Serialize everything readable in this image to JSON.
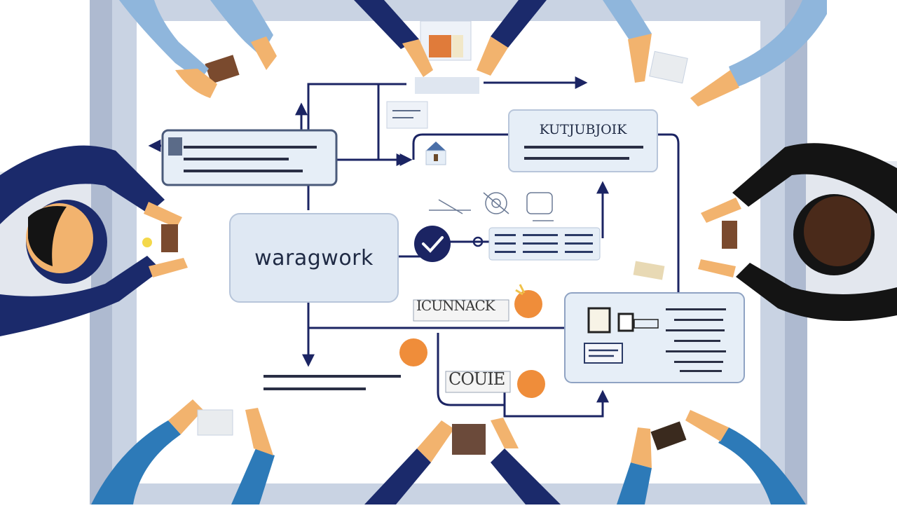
{
  "center_box": {
    "label": "waragwork"
  },
  "top_right_card": {
    "title": "KUTJUBJOIK"
  },
  "stamps": {
    "upper": "ICUNNACK",
    "lower": "COUIE"
  },
  "colors": {
    "table_frame": "#aebad0",
    "table_surface": "#ffffff",
    "card_fill": "#e6eef7",
    "card_border": "#8fa3c3",
    "arrow_navy": "#1b2463",
    "sleeve_navy": "#1b2a6b",
    "sleeve_blue": "#2d7ab8",
    "sleeve_light": "#8fb6dc",
    "sleeve_black": "#141414",
    "skin": "#f2b36e",
    "accent_orange": "#ef8d3a"
  },
  "icons": [
    "check-circle-icon",
    "upload-icon",
    "gear-icon",
    "lightbulb-icon",
    "document-icon"
  ]
}
